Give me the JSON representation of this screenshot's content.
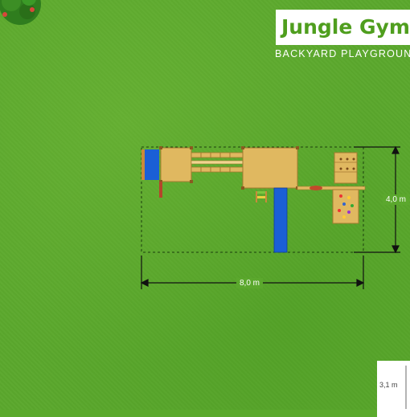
{
  "header": {
    "title": "Jungle Gym",
    "subtitle": "BACKYARD PLAYGROUND"
  },
  "dimensions": {
    "width_label": "8,0 m",
    "depth_label": "4,0 m",
    "height_label": "3,1 m"
  },
  "colors": {
    "grass": "#5ba82d",
    "title_green": "#4f9e1e",
    "wood": "#e0b860",
    "slide_blue": "#1a5fd6",
    "dimension_line": "#111111"
  },
  "icons": {
    "tree": "tree-top-view",
    "house_inset": "house-side-view"
  }
}
